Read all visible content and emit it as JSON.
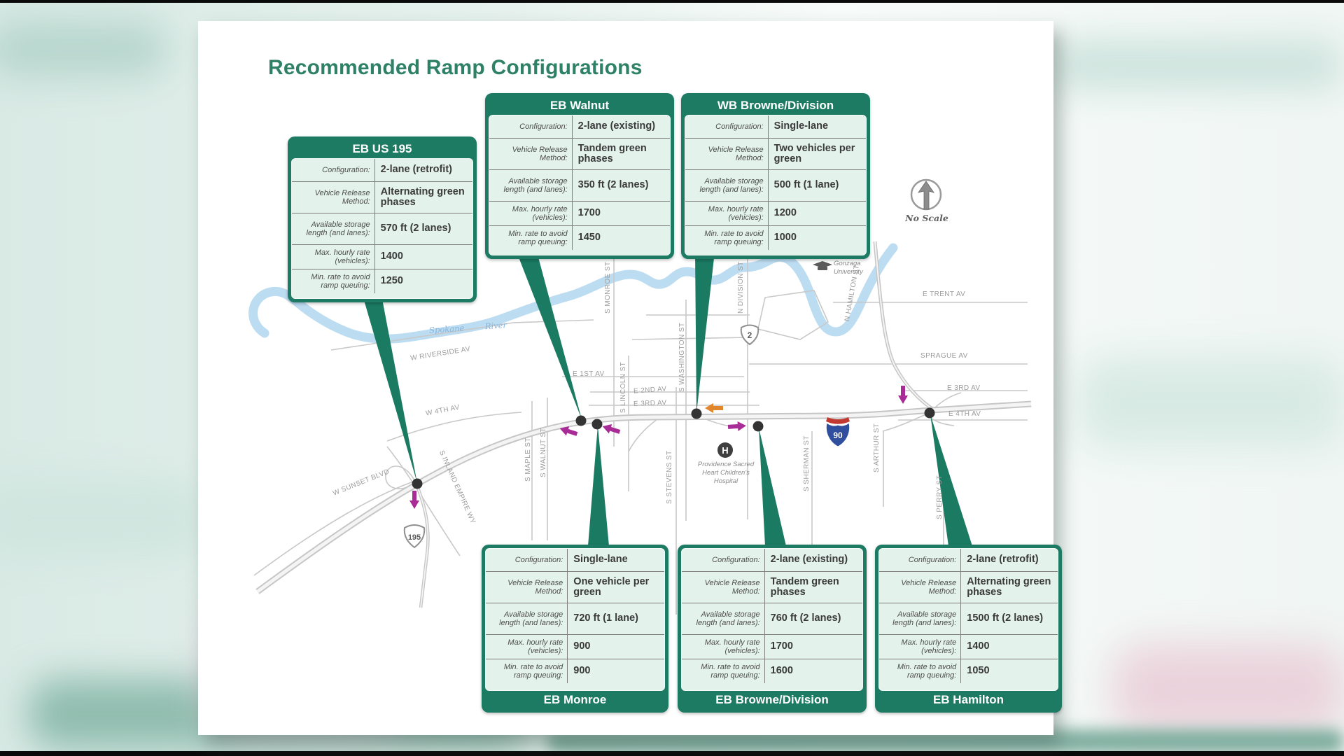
{
  "page": {
    "title": "Recommended Ramp Configurations"
  },
  "row_labels": [
    "Configuration:",
    "Vehicle Release Method:",
    "Available storage length (and lanes):",
    "Max. hourly rate (vehicles):",
    "Min. rate to avoid ramp queuing:"
  ],
  "boxes": [
    {
      "title": "EB US 195",
      "values": [
        "2-lane (retrofit)",
        "Alternating green phases",
        "570 ft (2 lanes)",
        "1400",
        "1250"
      ]
    },
    {
      "title": "EB Walnut",
      "values": [
        "2-lane (existing)",
        "Tandem green phases",
        "350 ft (2 lanes)",
        "1700",
        "1450"
      ]
    },
    {
      "title": "WB Browne/Division",
      "values": [
        "Single-lane",
        "Two vehicles per green",
        "500 ft (1 lane)",
        "1200",
        "1000"
      ]
    },
    {
      "title": "EB Monroe",
      "values": [
        "Single-lane",
        "One vehicle per green",
        "720 ft (1 lane)",
        "900",
        "900"
      ]
    },
    {
      "title": "EB Browne/Division",
      "values": [
        "2-lane (existing)",
        "Tandem green phases",
        "760 ft (2 lanes)",
        "1700",
        "1600"
      ]
    },
    {
      "title": "EB Hamilton",
      "values": [
        "2-lane (retrofit)",
        "Alternating green phases",
        "1500 ft (2 lanes)",
        "1400",
        "1050"
      ]
    }
  ],
  "map": {
    "river_label": "Spokane River",
    "no_scale": "No Scale",
    "hospital_icon": "H",
    "shields": {
      "us195": "195",
      "us2": "2",
      "i90": "90"
    },
    "pois": {
      "gonzaga": "Gonzaga University",
      "hospital": "Providence Sacred Heart Children's Hospital"
    },
    "streets": {
      "riverside": "W RIVERSIDE AV",
      "first": "E 1ST AV",
      "second": "E 2ND AV",
      "third": "E 3RD AV",
      "third_e": "E 3RD AV",
      "fourth_e": "E 4TH AV",
      "fourth_w": "W 4TH AV",
      "sprague": "SPRAGUE AV",
      "trent": "E TRENT AV",
      "sunset": "W SUNSET BLVD",
      "inland": "S INLAND EMPIRE WY",
      "maple": "S MAPLE ST",
      "walnut": "S WALNUT ST",
      "monroe": "S MONROE ST",
      "lincoln": "S LINCOLN ST",
      "stevens": "S STEVENS ST",
      "washington": "S WASHINGTON ST",
      "division": "N DIVISION ST",
      "sherman": "S SHERMAN ST",
      "arthur": "S ARTHUR ST",
      "perry": "S PERRY ST",
      "hamilton": "N HAMILTON ST"
    }
  },
  "colors": {
    "accent_green": "#1d7a63",
    "panel_mint": "#e4f2ec",
    "ramp_magenta": "#a92b96",
    "ramp_orange": "#e0862c",
    "river_blue": "#bcdcf1",
    "title_green": "#2e8166"
  }
}
